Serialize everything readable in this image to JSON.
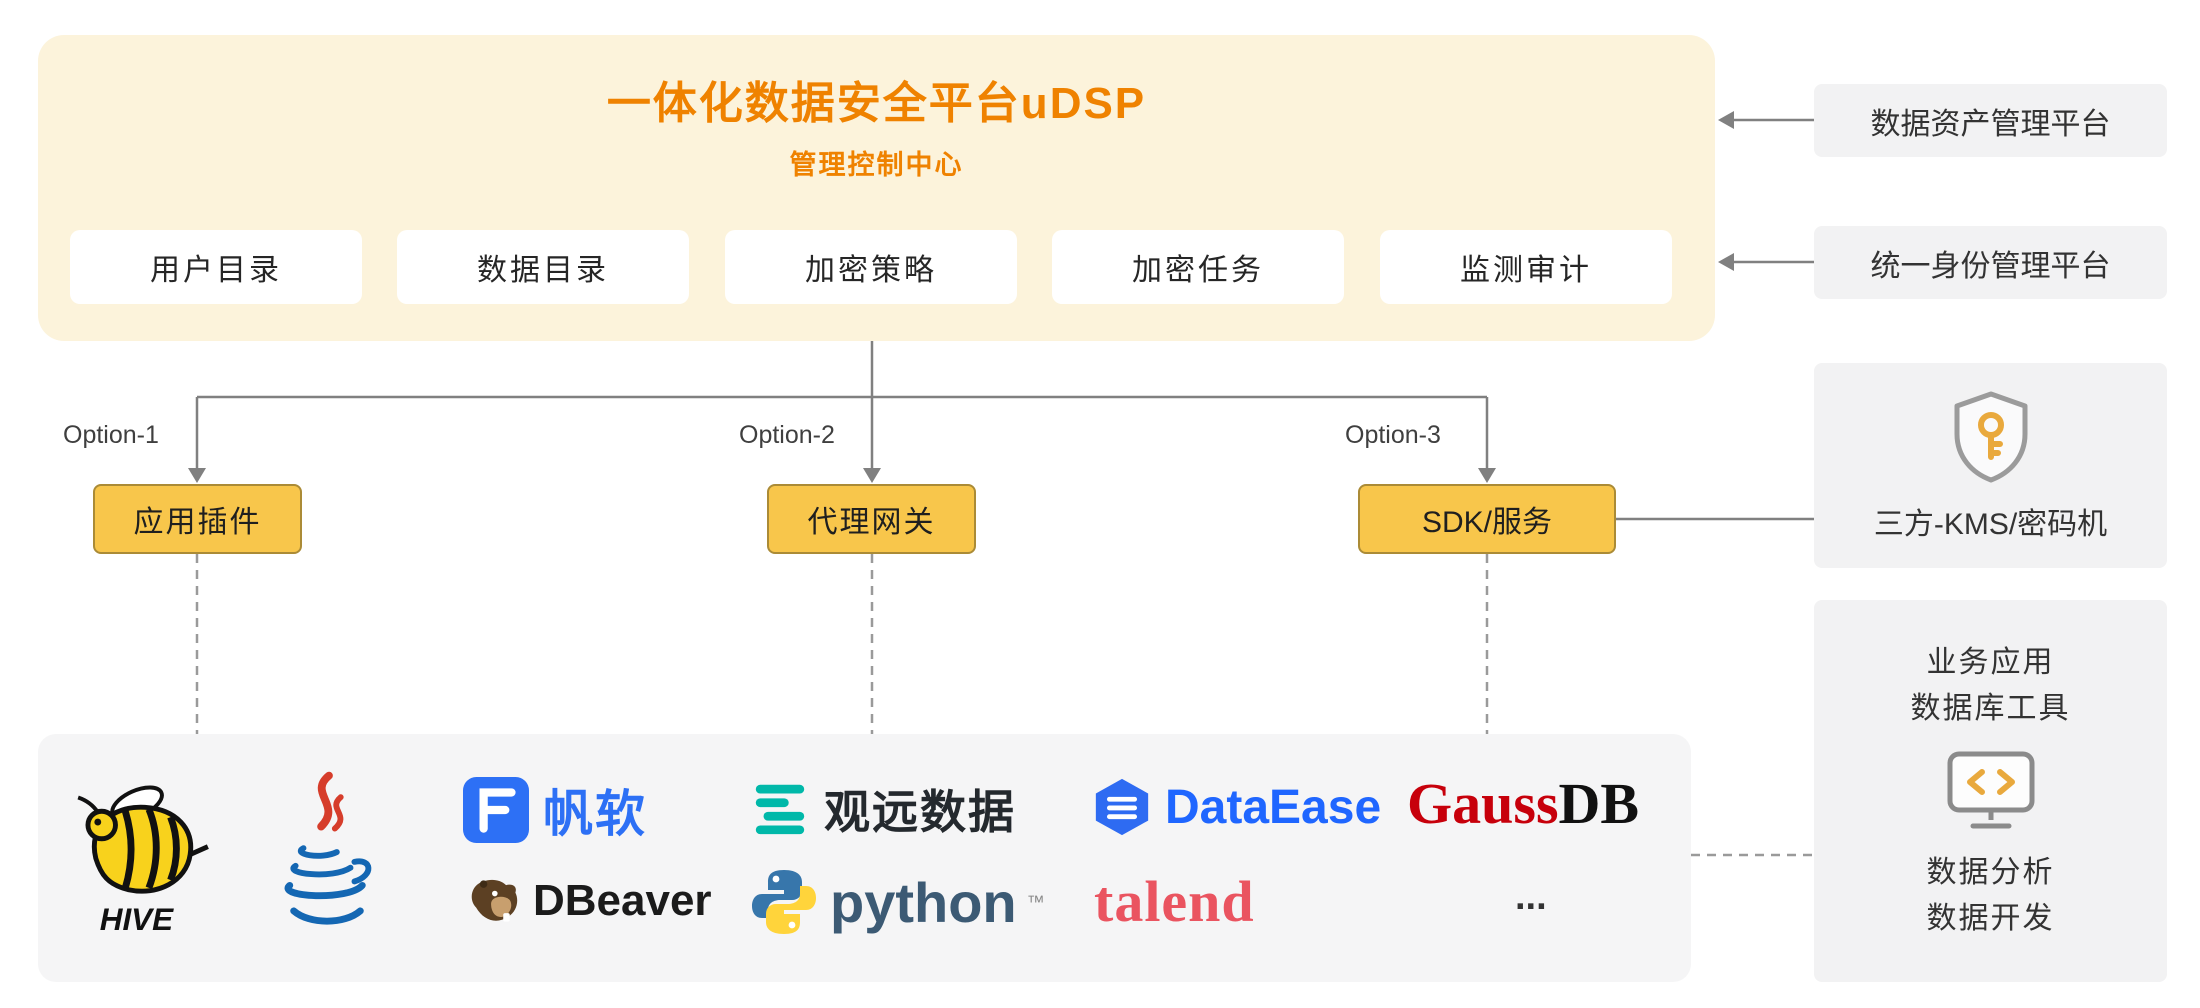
{
  "platform": {
    "title": "一体化数据安全平台uDSP",
    "subtitle": "管理控制中心",
    "modules": [
      "用户目录",
      "数据目录",
      "加密策略",
      "加密任务",
      "监测审计"
    ]
  },
  "options": [
    {
      "label": "Option-1",
      "box": "应用插件"
    },
    {
      "label": "Option-2",
      "box": "代理网关"
    },
    {
      "label": "Option-3",
      "box": "SDK/服务"
    }
  ],
  "right_panel": {
    "asset_platform": "数据资产管理平台",
    "identity_platform": "统一身份管理平台",
    "kms_label": "三方-KMS/密码机",
    "apps_line1": "业务应用",
    "apps_line2": "数据库工具",
    "apps_line3": "数据分析",
    "apps_line4": "数据开发"
  },
  "ecosystem": {
    "hive": "HIVE",
    "fanruan": "帆软",
    "guandata": "观远数据",
    "dataease": "DataEase",
    "gauss": "Gauss",
    "db": "DB",
    "dbeaver": "DBeaver",
    "python": "python",
    "python_tm": "™",
    "talend": "talend",
    "more": "..."
  },
  "colors": {
    "accent_orange": "#EF8200",
    "platform_bg": "#FCF3DB",
    "option_fill": "#F8C64B",
    "option_border": "#AB8B36",
    "panel_gray": "#F2F2F3",
    "line_gray": "#808080"
  }
}
